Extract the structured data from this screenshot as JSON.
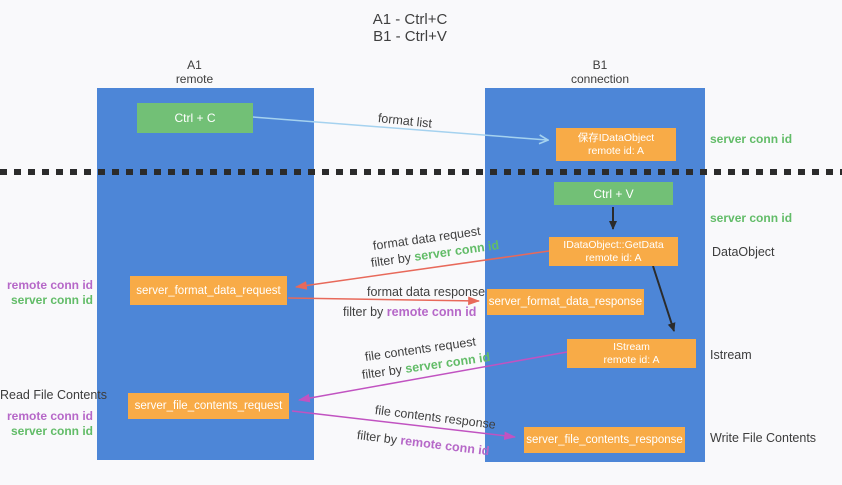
{
  "title": {
    "line1": "A1 - Ctrl+C",
    "line2": "B1 - Ctrl+V"
  },
  "lanes": {
    "a": {
      "name": "A1",
      "role": "remote"
    },
    "b": {
      "name": "B1",
      "role": "connection"
    }
  },
  "nodes": {
    "ctrl_c": {
      "label": "Ctrl + C"
    },
    "ctrl_v": {
      "label": "Ctrl + V"
    },
    "save_dataobject": {
      "line1": "保存IDataObject",
      "line2": "remote id: A"
    },
    "getdata": {
      "line1": "IDataObject::GetData",
      "line2": "remote id: A"
    },
    "istream_obj": {
      "line1": "IStream",
      "line2": "remote id: A"
    },
    "format_request": {
      "label": "server_format_data_request"
    },
    "format_response": {
      "label": "server_format_data_response"
    },
    "file_request": {
      "label": "server_file_contents_request"
    },
    "file_response": {
      "label": "server_file_contents_response"
    }
  },
  "edge_labels": {
    "format_list": "format list",
    "format_data_request": "format data request",
    "format_data_request_filter_prefix": "filter by ",
    "format_data_request_filter_key": "server conn id",
    "format_data_response": "format data response",
    "format_data_response_filter_prefix": "filter by ",
    "format_data_response_filter_key": "remote conn id",
    "file_contents_request": "file contents request",
    "file_contents_request_filter_prefix": "filter by ",
    "file_contents_request_filter_key": "server conn id",
    "file_contents_response": "file contents response",
    "file_contents_response_filter_prefix": "filter by ",
    "file_contents_response_filter_key": "remote conn id"
  },
  "annotations": {
    "left_top": {
      "remote_conn": "remote conn id",
      "server_conn": "server conn id"
    },
    "read_file": "Read File Contents",
    "left_bottom": {
      "remote_conn": "remote conn id",
      "server_conn": "server conn id"
    },
    "right_server_conn_top": "server conn id",
    "right_server_conn_mid": "server conn id",
    "dataobject": "DataObject",
    "istream": "Istream",
    "write_file": "Write File Contents"
  },
  "colors": {
    "lane_blue": "#4d86d7",
    "node_green": "#72c076",
    "node_orange": "#f8ab47",
    "arrow_blue": "#a5d2ef",
    "arrow_red": "#e8695a",
    "arrow_purple": "#c153c1",
    "arrow_black": "#2b2b2b",
    "text_green": "#62bc68",
    "text_purple": "#b668c8",
    "text_dark": "#3c3c3c"
  }
}
